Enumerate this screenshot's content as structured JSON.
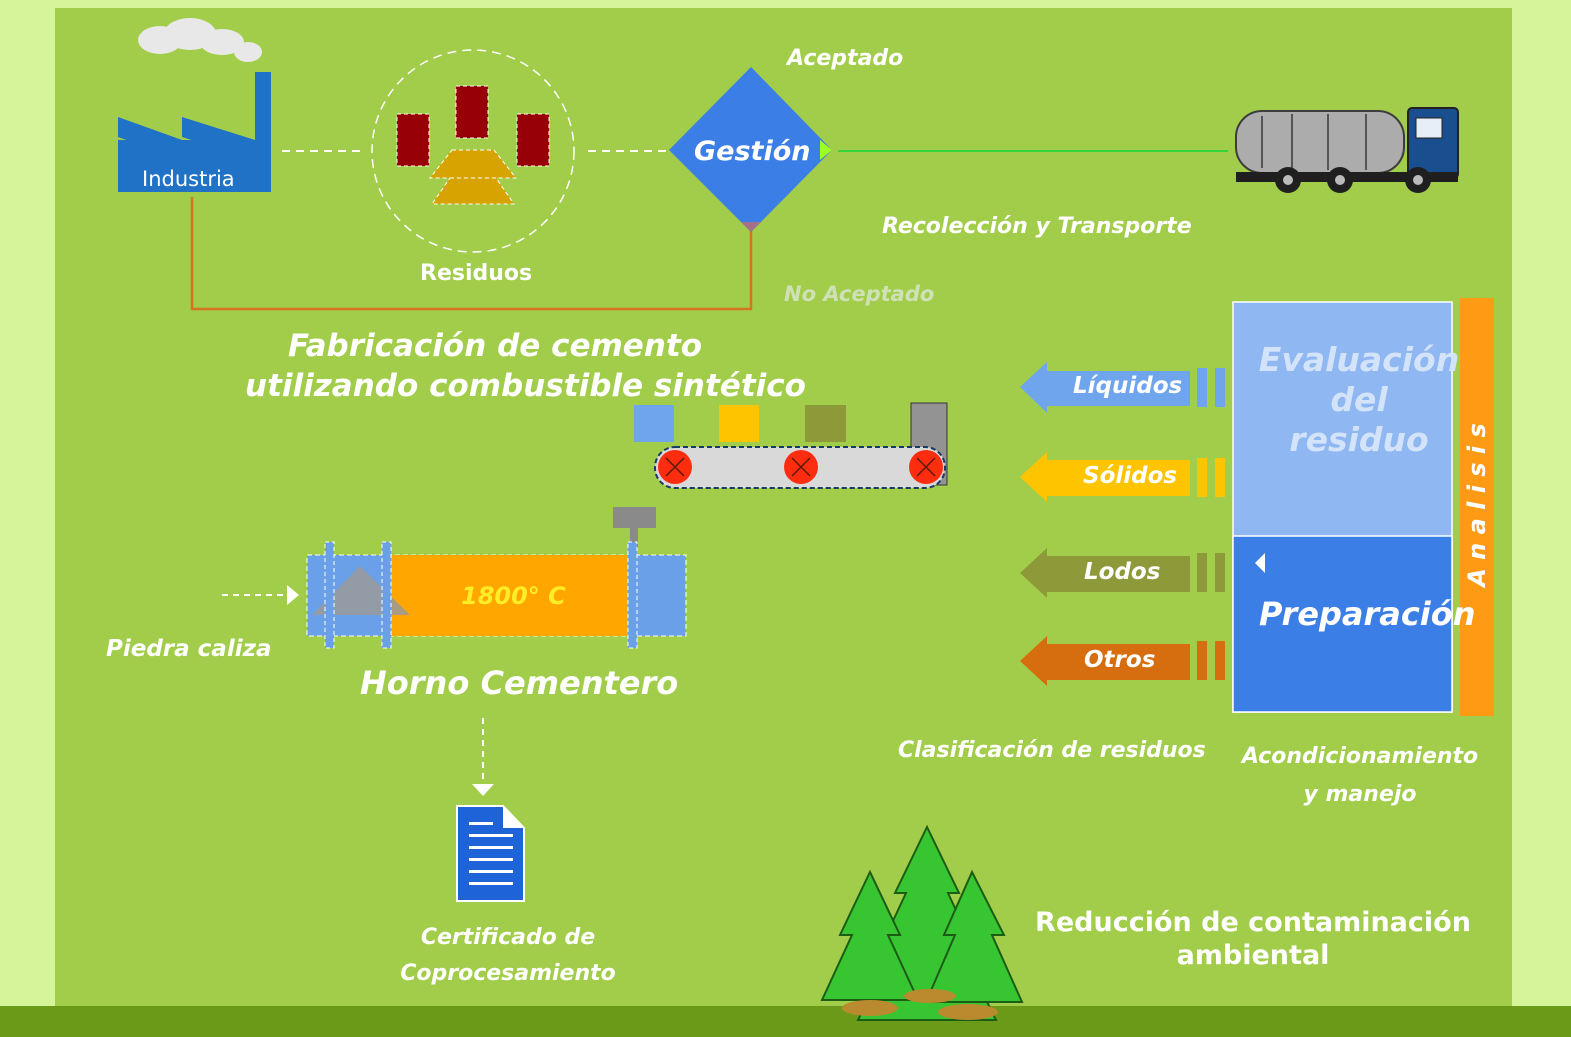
{
  "top": {
    "industria": "Industria",
    "residuos": "Residuos",
    "gestion": "Gestión",
    "aceptado": "Aceptado",
    "no_aceptado": "No Aceptado",
    "recoleccion": "Recolección y Transporte"
  },
  "fabricacion": {
    "line1": "Fabricación de cemento",
    "line2": "utilizando combustible sintético"
  },
  "horno": {
    "temperature": "1800° C",
    "title": "Horno Cementero",
    "input": "Piedra caliza"
  },
  "certificado": {
    "line1": "Certificado de",
    "line2": "Coprocesamiento"
  },
  "clasificacion": {
    "label": "Clasificación de residuos",
    "items": [
      {
        "label": "Líquidos",
        "color": "#6fa5ec"
      },
      {
        "label": "Sólidos",
        "color": "#ffc400"
      },
      {
        "label": "Lodos",
        "color": "#8e9a3a"
      },
      {
        "label": "Otros",
        "color": "#d66e10"
      }
    ]
  },
  "acondicionamiento": {
    "evaluacion": [
      "Evaluación",
      "del",
      "residuo"
    ],
    "preparacion": "Preparación",
    "analisis": "A n a l i s i s",
    "label_line1": "Acondicionamiento",
    "label_line2": "y manejo"
  },
  "reduccion": {
    "line1": "Reducción de contaminación",
    "line2": "ambiental"
  },
  "colors": {
    "background": "#a2cd4a",
    "accent_blue": "#3b7ee6",
    "orange": "#ffa600",
    "analysis_orange": "#ff9a14"
  }
}
